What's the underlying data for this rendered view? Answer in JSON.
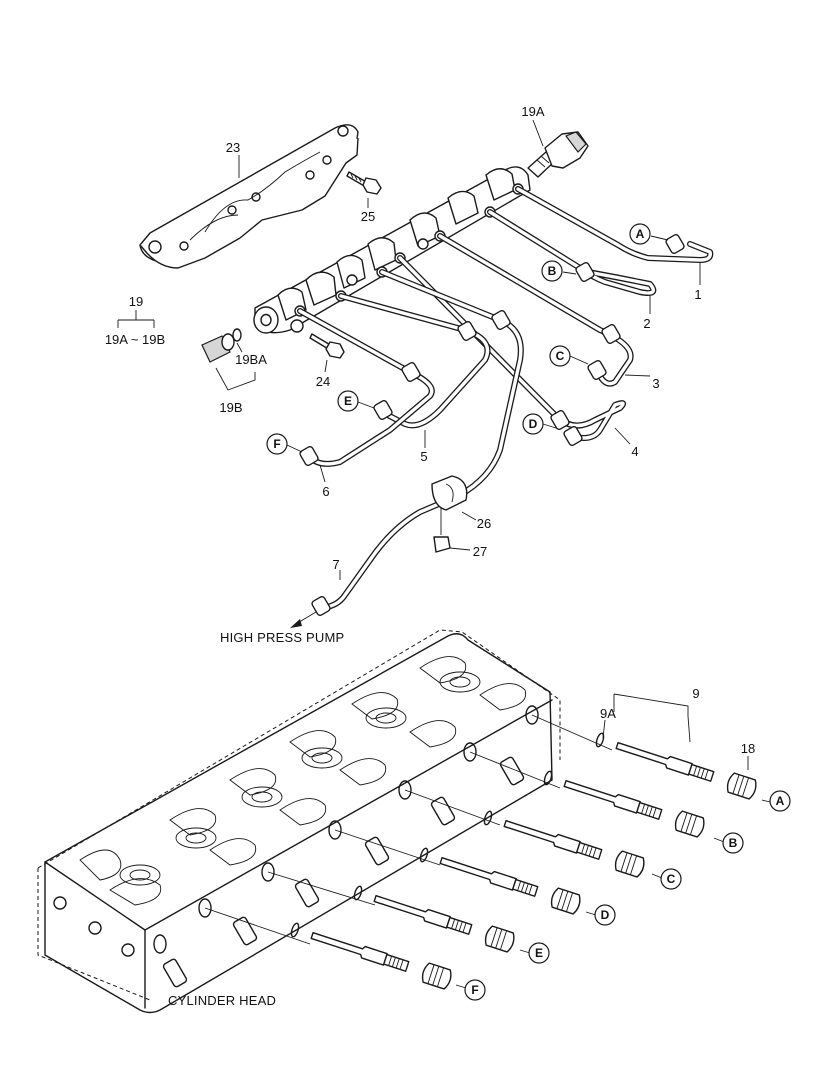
{
  "callouts": {
    "c1": "1",
    "c2": "2",
    "c3": "3",
    "c4": "4",
    "c5": "5",
    "c6": "6",
    "c7": "7",
    "c9": "9",
    "c9A": "9A",
    "c18": "18",
    "c19": "19",
    "c19range": "19A ~ 19B",
    "c19A": "19A",
    "c19B": "19B",
    "c19BA": "19BA",
    "c23": "23",
    "c24": "24",
    "c25": "25",
    "c26": "26",
    "c27": "27"
  },
  "letters": {
    "A": "A",
    "B": "B",
    "C": "C",
    "D": "D",
    "E": "E",
    "F": "F"
  },
  "captions": {
    "high_press_pump": "HIGH PRESS PUMP",
    "cylinder_head": "CYLINDER HEAD"
  }
}
